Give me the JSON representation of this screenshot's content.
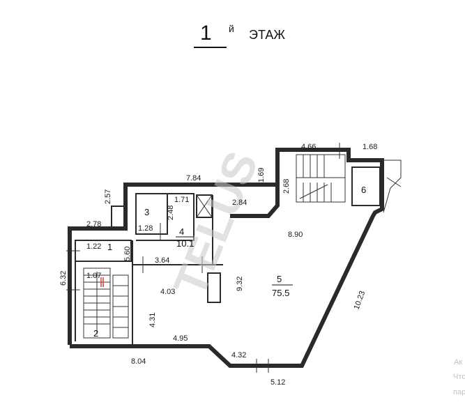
{
  "header": {
    "floor_number": "1",
    "floor_suffix": "й",
    "floor_word": "ЭТАЖ"
  },
  "rooms": {
    "r1": "1",
    "r2": "2",
    "r3": "3",
    "r4": "4",
    "r4_area": "10.1",
    "r5": "5",
    "r5_area": "75.5",
    "r6": "6"
  },
  "dimensions": {
    "d_466": "4.66",
    "d_168": "1.68",
    "d_784": "7.84",
    "d_169": "1.69",
    "d_268": "2.68",
    "d_257": "2.57",
    "d_171": "1.71",
    "d_248": "2.48",
    "d_284": "2.84",
    "d_278": "2.78",
    "d_128": "1.28",
    "d_890": "8.90",
    "d_122": "1.22",
    "d_560": "5.60",
    "d_364": "3.64",
    "d_632": "6.32",
    "d_107": "1.07",
    "d_403": "4.03",
    "d_932": "9.32",
    "d_1023": "10.23",
    "d_431": "4.31",
    "d_495": "4.95",
    "d_804": "8.04",
    "d_432": "4.32",
    "d_512": "5.12"
  },
  "watermark": "TELUS",
  "corner_text": [
    "Ак",
    "Что",
    "пар"
  ],
  "colors": {
    "line": "#2a2a2a",
    "watermark": "#c9c9c9",
    "door_mark": "#d23a3a"
  }
}
